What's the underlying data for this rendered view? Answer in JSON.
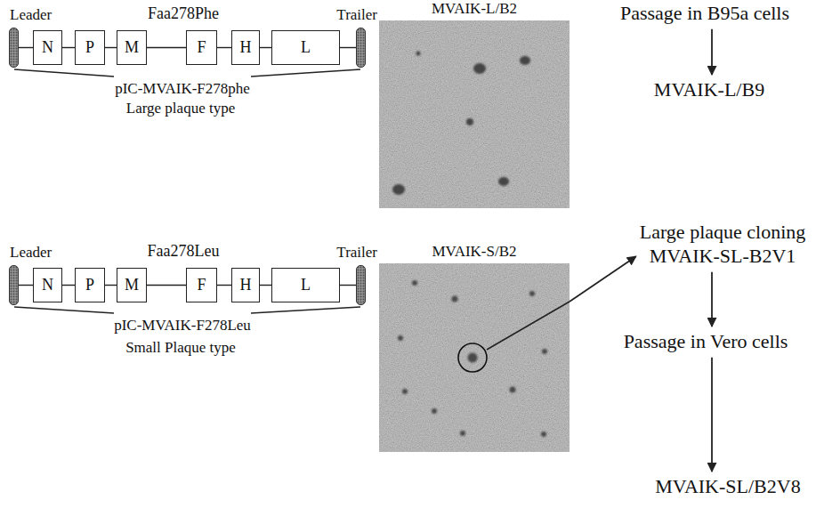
{
  "diagram": {
    "nodes": [
      {
        "text": [
          "Leader"
        ]
      },
      {
        "text": [
          "N"
        ]
      },
      {
        "text": [
          "P"
        ]
      },
      {
        "text": [
          "M"
        ]
      },
      {
        "text": [
          "F"
        ]
      },
      {
        "text": [
          "H"
        ]
      },
      {
        "text": [
          "L"
        ]
      },
      {
        "text": [
          "Trailer"
        ]
      },
      {
        "text": [
          "MVAIK-L/B2"
        ]
      },
      {
        "text": [
          "Passage in B95a cells"
        ]
      },
      {
        "text": [
          "MVAIK-L/B9"
        ]
      },
      {
        "text": [
          "Leader"
        ]
      },
      {
        "text": [
          "N"
        ]
      },
      {
        "text": [
          "P"
        ]
      },
      {
        "text": [
          "M"
        ]
      },
      {
        "text": [
          "F"
        ]
      },
      {
        "text": [
          "H"
        ]
      },
      {
        "text": [
          "L"
        ]
      },
      {
        "text": [
          "Trailer"
        ]
      },
      {
        "text": [
          "MVAIK-S/B2"
        ]
      },
      {
        "text": [
          "Large plaque cloning",
          "MVAIK-SL-B2V1"
        ]
      },
      {
        "text": [
          "Passage in Vero cells"
        ]
      },
      {
        "text": [
          "MVAIK-SL/B2V8"
        ]
      }
    ],
    "edges": [
      {
        "from": 0,
        "to": 1,
        "arrow": "none"
      },
      {
        "from": 1,
        "to": 2,
        "arrow": "none"
      },
      {
        "from": 2,
        "to": 3,
        "arrow": "none"
      },
      {
        "from": 3,
        "to": 4,
        "label": "Faa278Phe",
        "arrow": "none"
      },
      {
        "from": 4,
        "to": 5,
        "arrow": "none"
      },
      {
        "from": 5,
        "to": 6,
        "arrow": "none"
      },
      {
        "from": 6,
        "to": 7,
        "arrow": "none"
      },
      {
        "from": 9,
        "to": 10,
        "arrow": "to"
      },
      {
        "from": 11,
        "to": 12,
        "arrow": "none"
      },
      {
        "from": 12,
        "to": 13,
        "arrow": "none"
      },
      {
        "from": 13,
        "to": 14,
        "arrow": "none"
      },
      {
        "from": 14,
        "to": 15,
        "label": "Faa278Leu",
        "arrow": "none"
      },
      {
        "from": 15,
        "to": 16,
        "arrow": "none"
      },
      {
        "from": 16,
        "to": 17,
        "arrow": "none"
      },
      {
        "from": 17,
        "to": 18,
        "arrow": "none"
      },
      {
        "from": 19,
        "to": 20,
        "arrow": "to"
      },
      {
        "from": 20,
        "to": 21,
        "arrow": "to"
      },
      {
        "from": 21,
        "to": 22,
        "arrow": "to"
      }
    ],
    "labels": [
      "pIC-MVAIK-F278phe",
      "Large plaque type",
      "pIC-MVAIK-F278Leu",
      "Small Plaque type"
    ]
  }
}
